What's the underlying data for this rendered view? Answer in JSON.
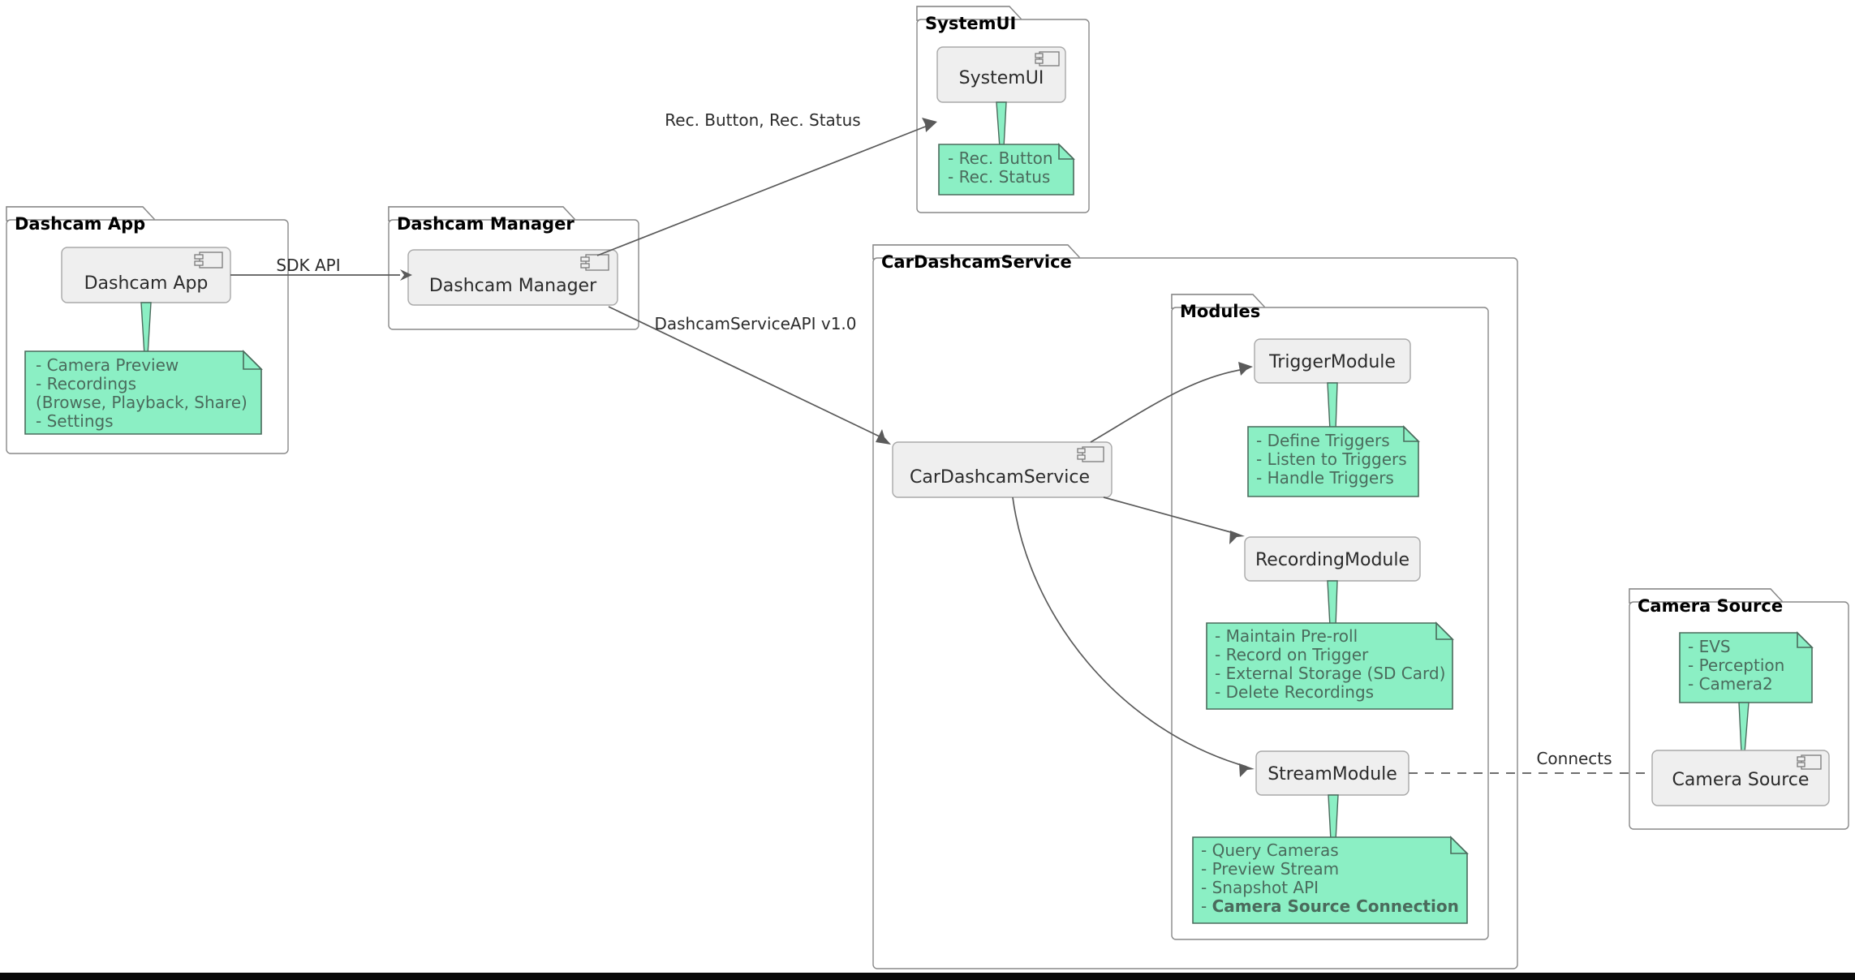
{
  "diagram": {
    "kind": "uml-component-diagram",
    "colors": {
      "note_fill": "#8BEFC4",
      "note_stroke": "#4A6B5C",
      "component_fill": "#EFEFEF",
      "component_stroke": "#A8A8A8",
      "package_stroke": "#888888",
      "edge": "#5A5A5A",
      "text": "#2B2B2B"
    },
    "packages": [
      {
        "id": "dashcam_app",
        "title": "Dashcam App"
      },
      {
        "id": "dashcam_manager",
        "title": "Dashcam Manager"
      },
      {
        "id": "system_ui",
        "title": "SystemUI"
      },
      {
        "id": "car_dashcam_service",
        "title": "CarDashcamService"
      },
      {
        "id": "modules",
        "title": "Modules"
      },
      {
        "id": "camera_source",
        "title": "Camera Source"
      }
    ],
    "components": [
      {
        "id": "dashcam_app",
        "label": "Dashcam App",
        "icon": "uml-component-icon"
      },
      {
        "id": "dashcam_manager",
        "label": "Dashcam Manager",
        "icon": "uml-component-icon"
      },
      {
        "id": "system_ui",
        "label": "SystemUI",
        "icon": "uml-component-icon"
      },
      {
        "id": "car_dashcam_service",
        "label": "CarDashcamService",
        "icon": "uml-component-icon"
      },
      {
        "id": "trigger_module",
        "label": "TriggerModule",
        "icon": null
      },
      {
        "id": "recording_module",
        "label": "RecordingModule",
        "icon": null
      },
      {
        "id": "stream_module",
        "label": "StreamModule",
        "icon": null
      },
      {
        "id": "camera_source",
        "label": "Camera Source",
        "icon": "uml-component-icon"
      }
    ],
    "notes": [
      {
        "id": "note_dashcam_app",
        "attached_to": "dashcam_app",
        "lines": [
          {
            "text": "- Camera Preview",
            "bold": false
          },
          {
            "text": "- Recordings",
            "bold": false
          },
          {
            "text": "  (Browse, Playback, Share)",
            "bold": false
          },
          {
            "text": "- Settings",
            "bold": false
          }
        ]
      },
      {
        "id": "note_system_ui",
        "attached_to": "system_ui",
        "lines": [
          {
            "text": "- Rec. Button",
            "bold": false
          },
          {
            "text": "- Rec. Status",
            "bold": false
          }
        ]
      },
      {
        "id": "note_trigger_module",
        "attached_to": "trigger_module",
        "lines": [
          {
            "text": "- Define Triggers",
            "bold": false
          },
          {
            "text": "- Listen to Triggers",
            "bold": false
          },
          {
            "text": "- Handle Triggers",
            "bold": false
          }
        ]
      },
      {
        "id": "note_recording_module",
        "attached_to": "recording_module",
        "lines": [
          {
            "text": "- Maintain Pre-roll",
            "bold": false
          },
          {
            "text": "- Record on Trigger",
            "bold": false
          },
          {
            "text": "- External Storage (SD Card)",
            "bold": false
          },
          {
            "text": "- Delete Recordings",
            "bold": false
          }
        ]
      },
      {
        "id": "note_stream_module",
        "attached_to": "stream_module",
        "lines": [
          {
            "text": "- Query Cameras",
            "bold": false
          },
          {
            "text": "- Preview Stream",
            "bold": false
          },
          {
            "text": "- Snapshot API",
            "bold": false
          },
          {
            "text": "- Camera Source Connection",
            "bold": true
          }
        ]
      },
      {
        "id": "note_camera_source",
        "attached_to": "camera_source",
        "lines": [
          {
            "text": "- EVS",
            "bold": false
          },
          {
            "text": "- Perception",
            "bold": false
          },
          {
            "text": "- Camera2",
            "bold": false
          }
        ]
      }
    ],
    "edges": [
      {
        "id": "edge_sdk_api",
        "from": "dashcam_app",
        "to": "dashcam_manager",
        "label": "SDK API",
        "style": "solid",
        "arrow": true
      },
      {
        "id": "edge_rec_status",
        "from": "dashcam_manager",
        "to": "system_ui",
        "label": "Rec. Button, Rec. Status",
        "style": "solid",
        "arrow": true
      },
      {
        "id": "edge_service_api",
        "from": "dashcam_manager",
        "to": "car_dashcam_service",
        "label": "DashcamServiceAPI v1.0",
        "style": "solid",
        "arrow": true
      },
      {
        "id": "edge_to_trigger",
        "from": "car_dashcam_service",
        "to": "trigger_module",
        "label": "",
        "style": "solid",
        "arrow": true
      },
      {
        "id": "edge_to_recording",
        "from": "car_dashcam_service",
        "to": "recording_module",
        "label": "",
        "style": "solid",
        "arrow": true
      },
      {
        "id": "edge_to_stream",
        "from": "car_dashcam_service",
        "to": "stream_module",
        "label": "",
        "style": "solid",
        "arrow": true
      },
      {
        "id": "edge_connects",
        "from": "stream_module",
        "to": "camera_source",
        "label": "Connects",
        "style": "dashed",
        "arrow": false
      }
    ]
  }
}
